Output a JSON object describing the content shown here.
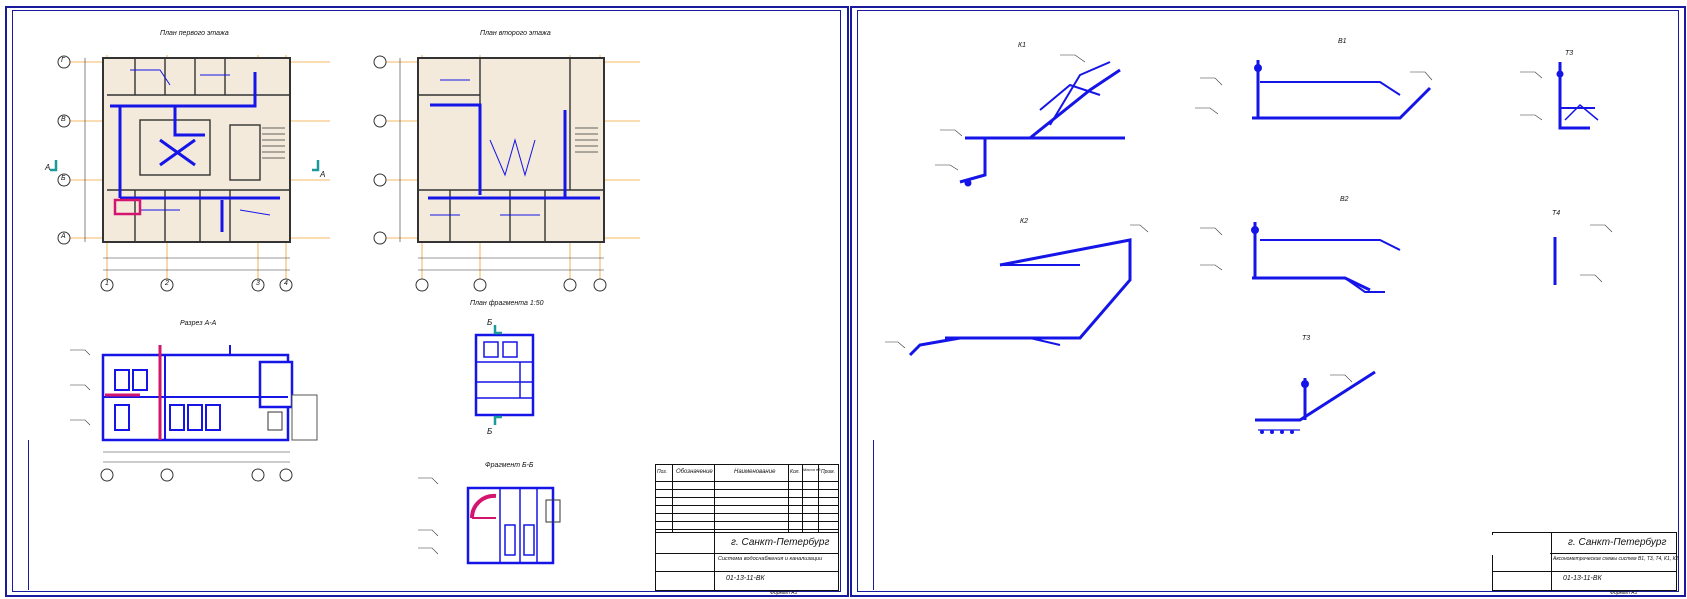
{
  "sheet1": {
    "plan1_title": "План первого этажа",
    "plan2_title": "План второго этажа",
    "section_title": "Разрез А-А",
    "enlarged_title": "План фрагмента 1:50",
    "enlarged2_title": "Фрагмент Б-Б",
    "section_marks": [
      "А",
      "А",
      "Б",
      "Б"
    ],
    "axes_letters": [
      "Г",
      "В",
      "Б",
      "А"
    ],
    "axes_numbers": [
      "1",
      "2",
      "3",
      "4"
    ],
    "spec_headers": [
      "Поз.",
      "Обозначение",
      "Наименование",
      "Кол.",
      "Масса ед.",
      "Прим."
    ],
    "title_block": {
      "city": "г. Санкт-Петербург",
      "sheet_code": "01-13-11-ВК",
      "drawing_name": "Система водоснабжения и канализации",
      "format": "Формат А1"
    }
  },
  "sheet2": {
    "schemes": [
      "К1",
      "В1",
      "Т3",
      "К2",
      "В2",
      "Т4",
      "Т3"
    ],
    "title_block": {
      "city": "г. Санкт-Петербург",
      "sheet_code": "01-13-11-ВК",
      "drawing_name": "Аксонометрические схемы систем В1, Т3, Т4, К1, К2",
      "format": "Формат А1"
    }
  },
  "colors": {
    "pipe": "#1515e8",
    "frame": "#1a1a9e",
    "axis": "#f0a030",
    "hot": "#d4156f",
    "marker": "#1a9a9a"
  }
}
